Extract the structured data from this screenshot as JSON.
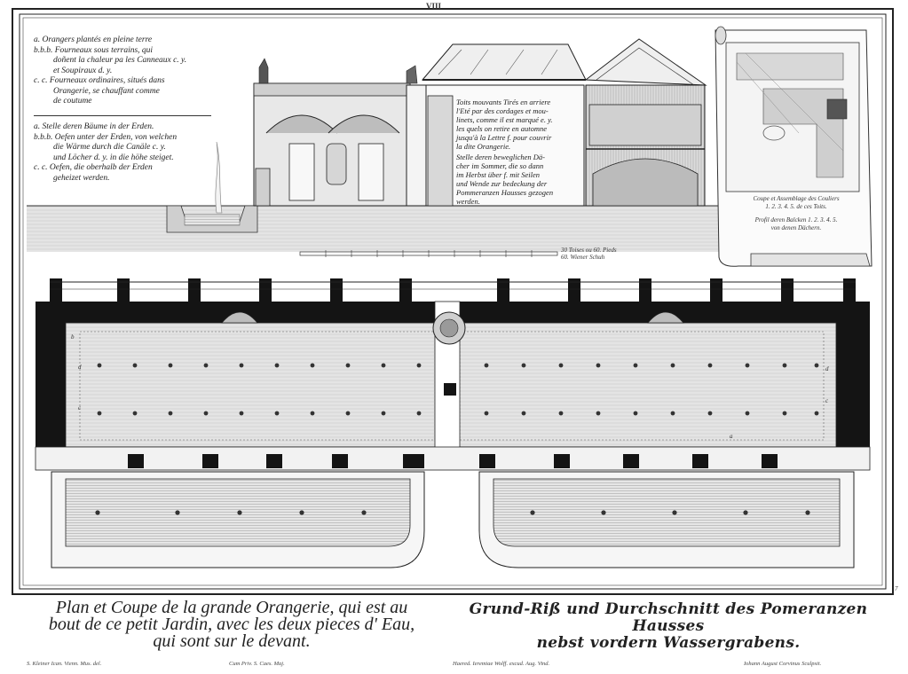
{
  "plate_number": "VIII",
  "corner_mark": "7",
  "legend_fr": [
    "a.   Orangers plantés en pleine terre",
    "b.b.b.  Fourneaux sous terrains, qui",
    "doñent la chaleur pa les Canneaux c. y.",
    "et Soupiraux d. y.",
    "c. c.  Fourneaux ordinaires, situés dans",
    "Orangerie, se chauffant comme",
    "de coutume"
  ],
  "legend_de": [
    "a.   Stelle deren Bäume in der Erden.",
    "b.b.b.  Oefen unter der Erden, von welchen",
    "die Wärme durch die Canäle c. y.",
    "und Löcher d. y. in die höhe steiget.",
    "c. c.  Oefen, die oberhalb der Erden",
    "geheizet werden."
  ],
  "section_note_fr": [
    "Toits mouvants Tirés en arriere",
    "l'Eté par des cordages et mou-",
    "linets, comme il est marqué e. y.",
    "les quels on retire en automne",
    "jusqu'à la Lettre f. pour couvrir",
    "la dite Orangerie."
  ],
  "section_note_de": [
    "Stelle deren beweglichen Dä-",
    "cher im Sommer, die so dann",
    "im Herbst über f. mit Seilen",
    "und Wende zur bedeckung der",
    "Pommeranzen Hausses gezogen",
    "werden."
  ],
  "scale_label": [
    "30 Toises ou 60. Pieds",
    "60. Wiener Schuh"
  ],
  "detail_caption_fr": [
    "Coupe et Assemblage des Couliers",
    "1. 2. 3. 4. 5. de ces Toits."
  ],
  "detail_caption_de": [
    "Profil deren Balcken 1. 2. 3. 4. 5.",
    "von denen Dächern."
  ],
  "plan_labels": {
    "a": "a",
    "b": "b",
    "c": "c",
    "d": "d"
  },
  "caption_fr": [
    "Plan et Coupe de la grande Orangerie, qui est au",
    "bout de ce petit Jardin, avec les deux pieces d' Eau,",
    "qui sont sur le devant."
  ],
  "caption_de": [
    "Grund-Riß und Durchschnitt des Pomeranzen Hausses",
    "nebst vordern Wassergrabens."
  ],
  "credits": [
    "S. Kleiner Ican. Vienn. Mus. del.",
    "Cum Priv. S. Caes. Maj.",
    "Haered. Ieremiae Wolff. excud. Aug. Vind.",
    "Iohann August Corvinus Sculpsit."
  ],
  "colors": {
    "ink": "#1a1a1a",
    "paper": "#ffffff",
    "wash": "#e4e4e4",
    "dark_wall": "#141414"
  }
}
